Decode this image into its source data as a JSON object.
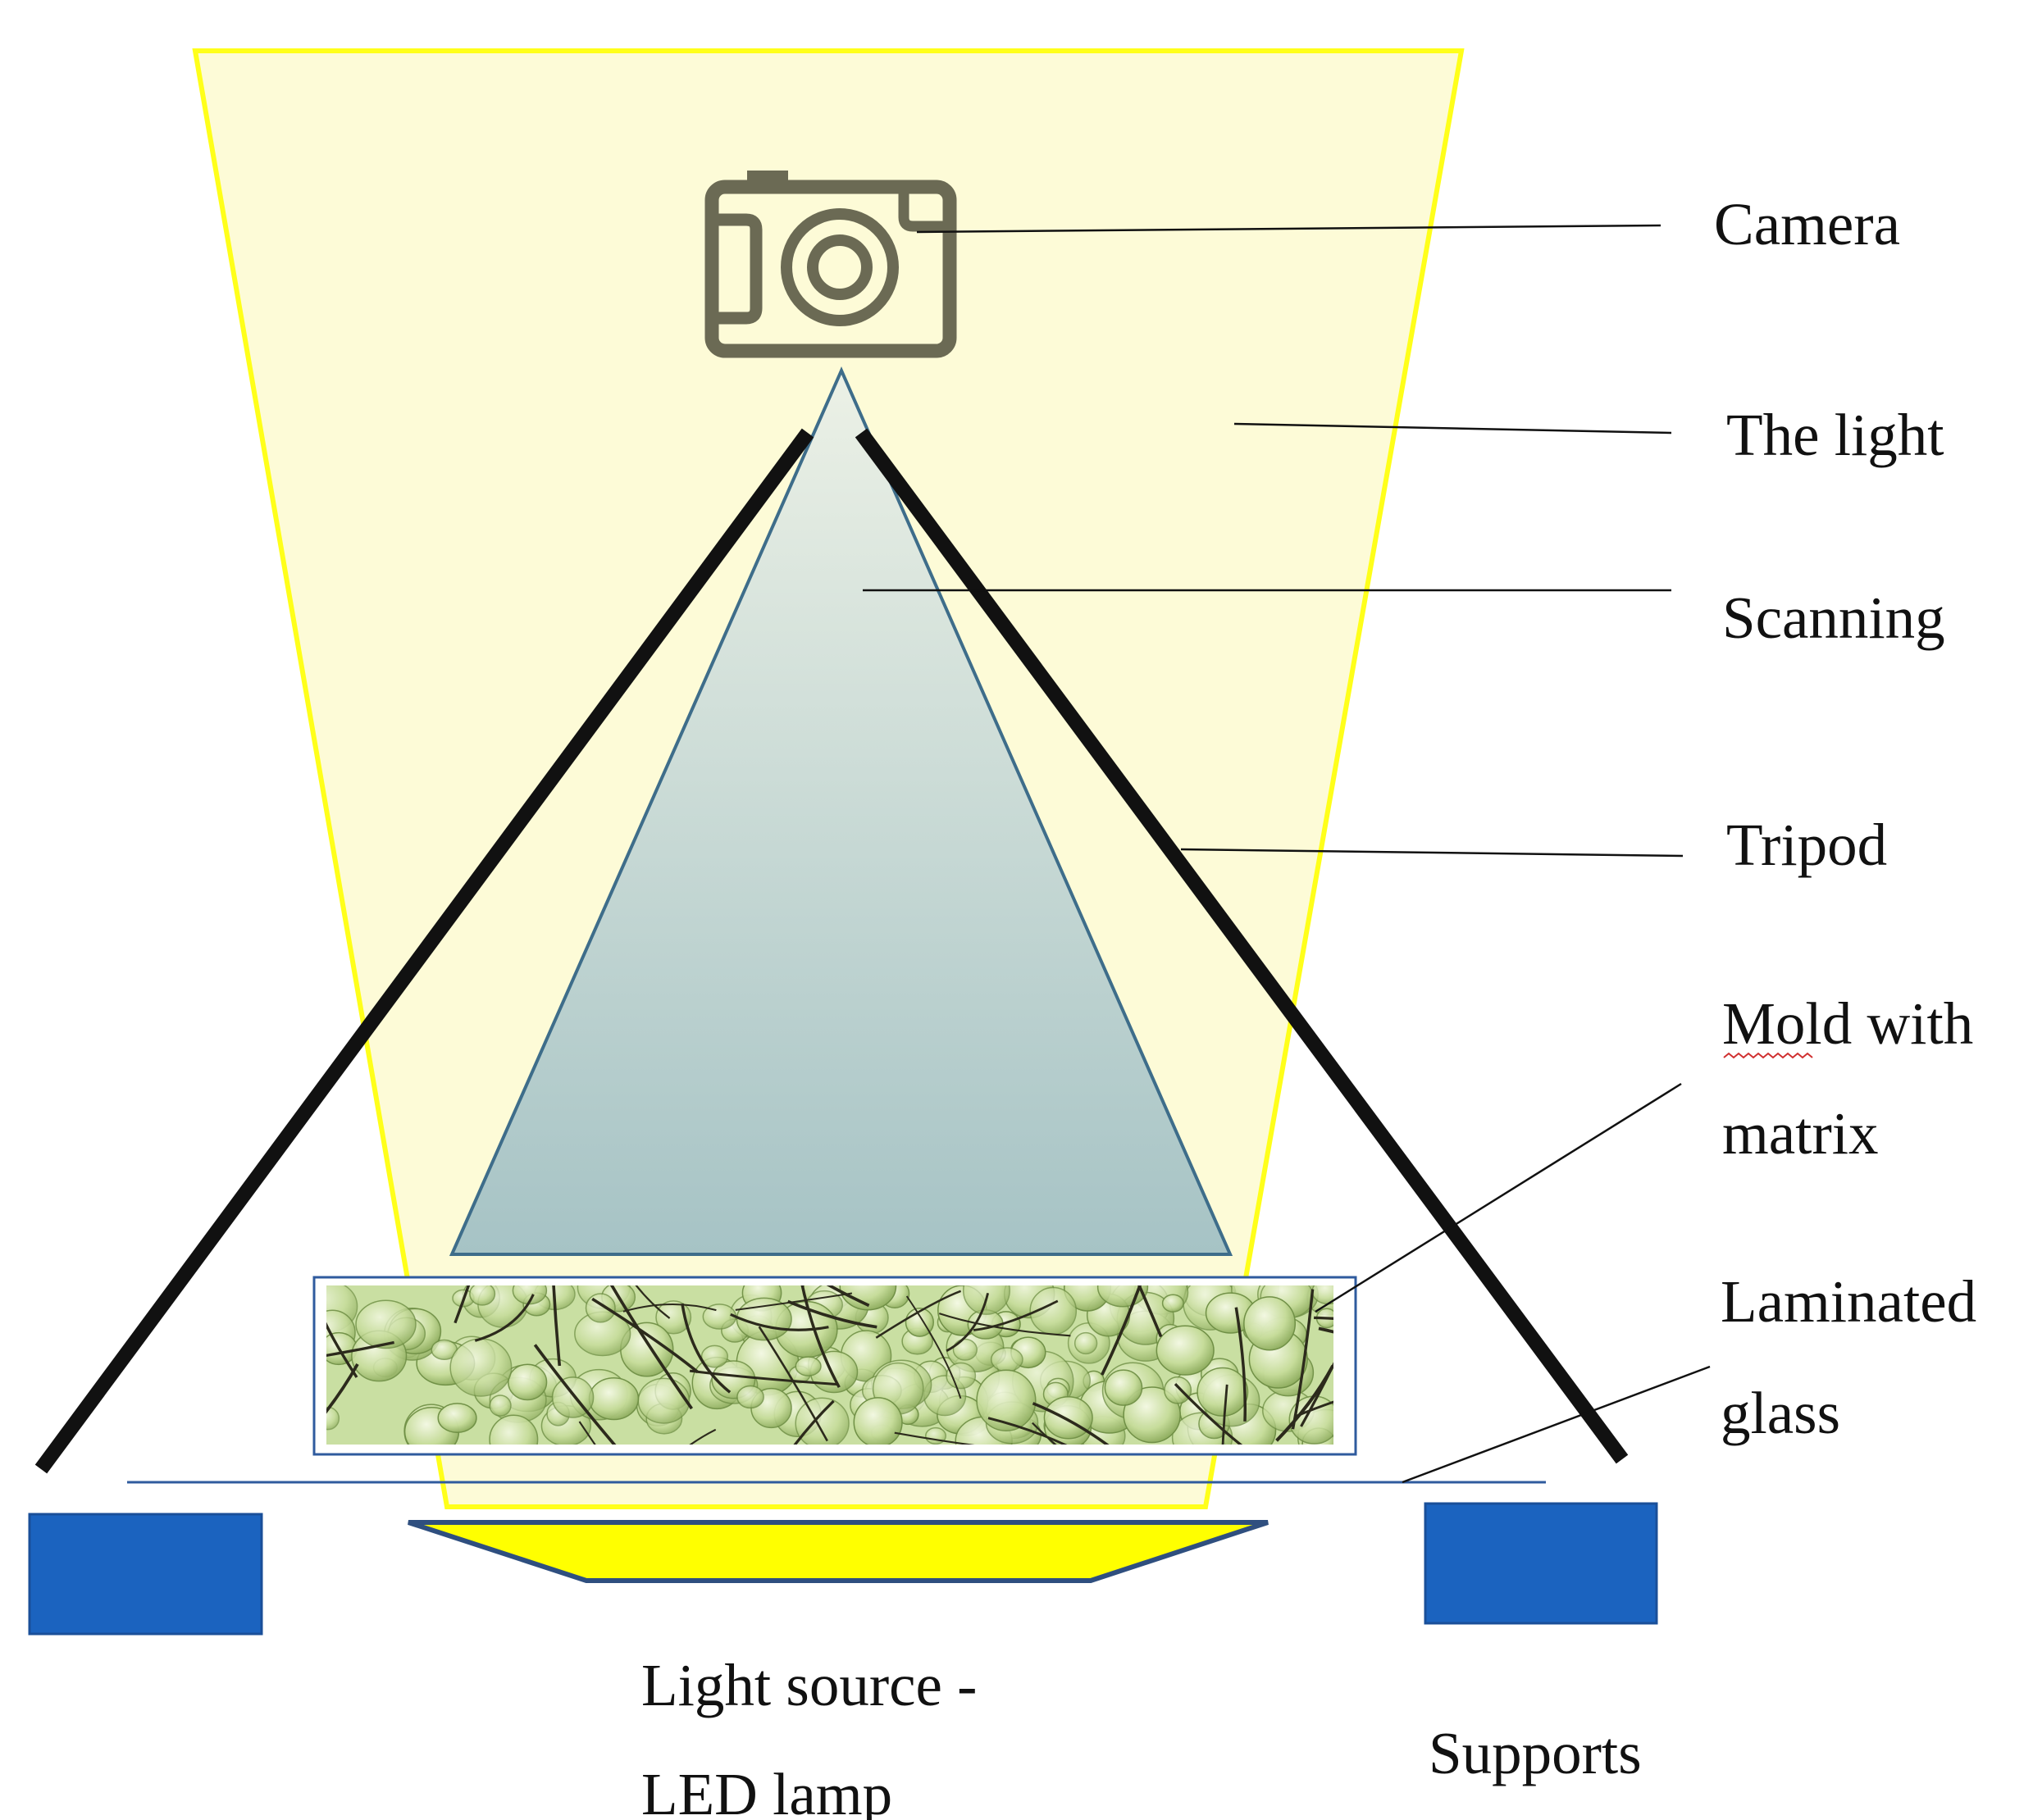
{
  "labels": {
    "camera": "Camera",
    "the_light": "The light",
    "scanning": "Scanning",
    "tripod": "Tripod",
    "mold_line1": "Mold with",
    "mold_line2": "matrix",
    "laminated_line1": "Laminated",
    "laminated_line2": "glass",
    "light_source_line1": "Light source -",
    "light_source_line2": "LED lamp",
    "supports": "Supports"
  },
  "colors": {
    "light_fill": "#fdfbd7",
    "light_outline": "#ffff1a",
    "scan_top": "#ecf1e6",
    "scan_bottom": "#a6c3c5",
    "scan_outline": "#3e6d8a",
    "tripod": "#111111",
    "camera": "#6b6a54",
    "glass_line": "#2f5b9e",
    "mold_frame": "#2f5b9e",
    "mold_sample": "#c9dfa2",
    "lamp_fill": "#ffff00",
    "lamp_outline": "#2f4f7f",
    "support_fill": "#1b63bf",
    "support_outline": "#1a4f99"
  },
  "icons": {
    "camera": "camera-icon"
  }
}
